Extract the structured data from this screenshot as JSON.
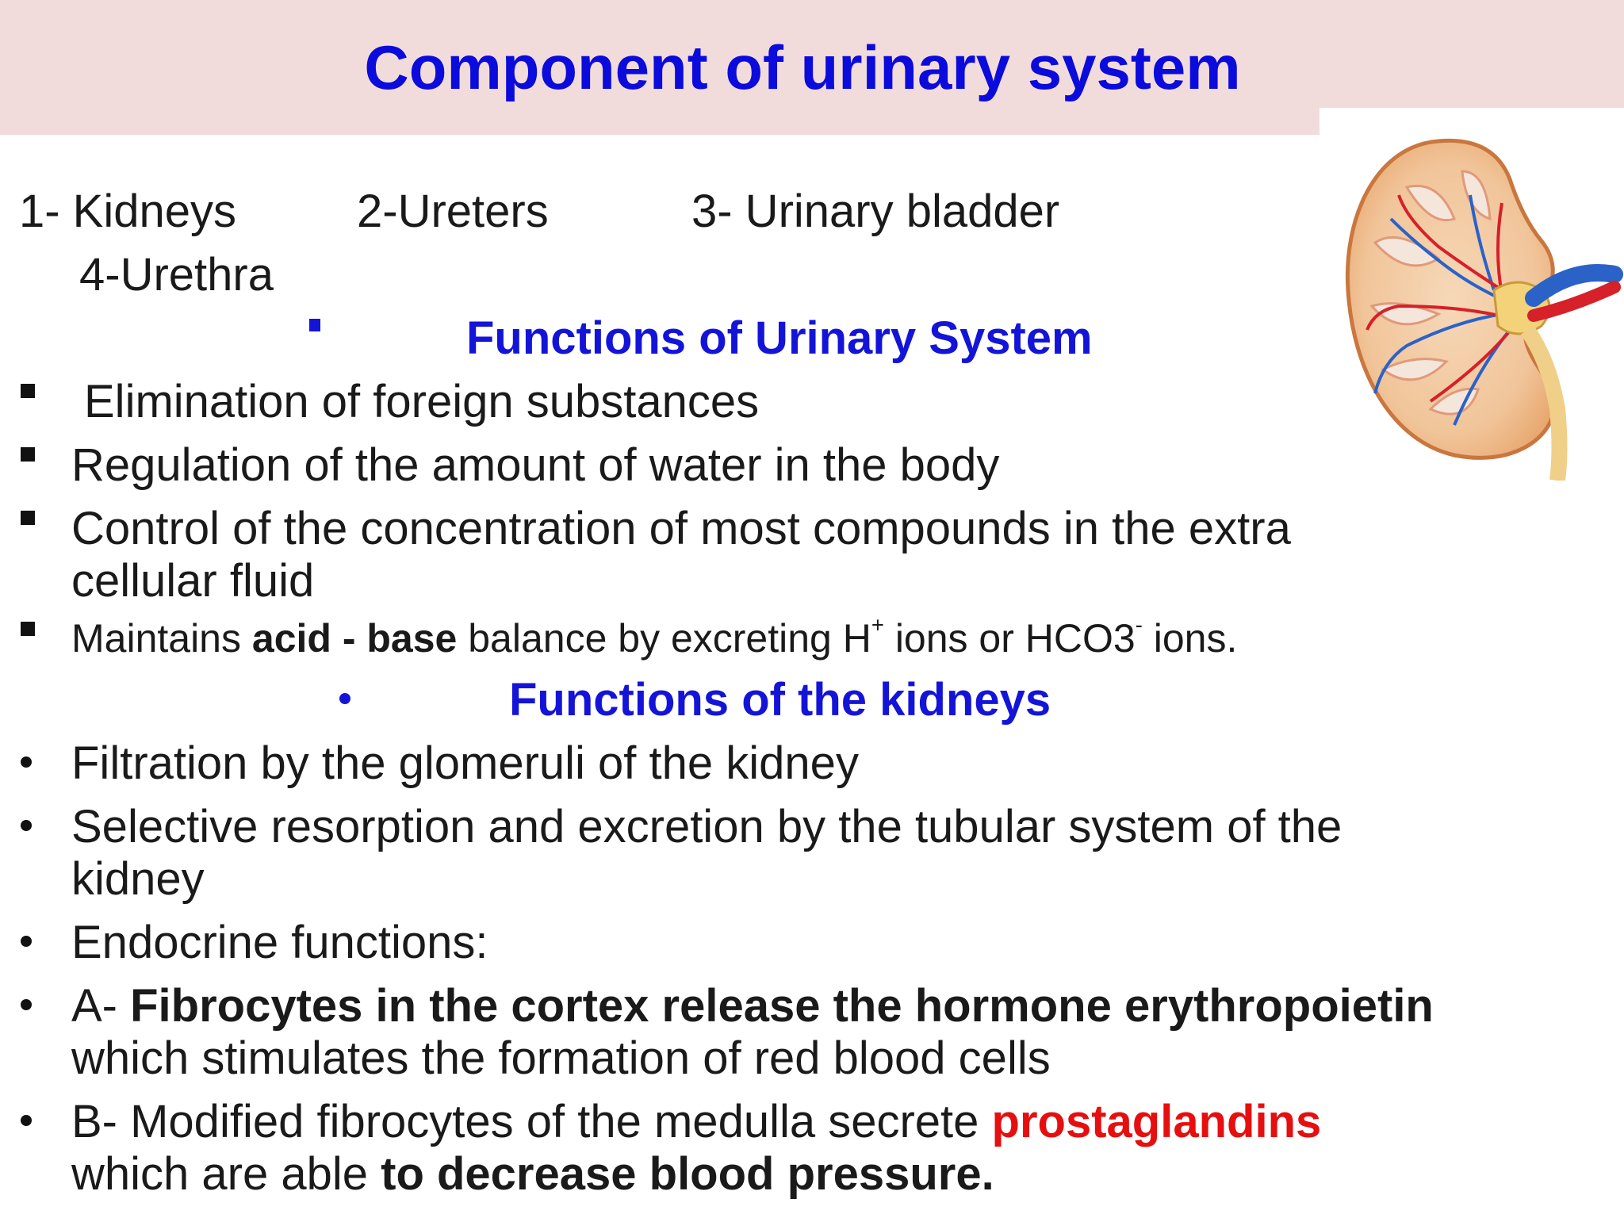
{
  "title": "Component of urinary system",
  "components": {
    "c1": "1- Kidneys",
    "c2": "2-Ureters",
    "c3": "3- Urinary bladder",
    "c4": "4-Urethra"
  },
  "urinary_functions": {
    "heading": "Functions of Urinary System",
    "items": [
      "Elimination of foreign substances",
      "Regulation of the amount of water in the body",
      "Control of the concentration of most compounds in the extra",
      "cellular fluid"
    ],
    "acid_base": {
      "pre": "Maintains ",
      "bold": "acid - base",
      "mid": " balance by excreting H",
      "sup1": "+",
      "mid2": " ions or HCO3",
      "sup2": "-",
      "post": " ions."
    }
  },
  "kidney_functions": {
    "heading": "Functions of the kidneys",
    "filtration": "Filtration by the glomeruli of the kidney",
    "resorption_1": "Selective resorption and excretion by the tubular system of the",
    "resorption_2": "kidney",
    "endocrine": "Endocrine functions:",
    "a_prefix": "A- ",
    "a_bold": "Fibrocytes in the cortex release the hormone erythropoietin",
    "a_line2": "which stimulates the formation of red blood cells",
    "b_pre": "B- Modified fibrocytes of the medulla secrete ",
    "b_red": "prostaglandins",
    "b_line2_pre": "which are able ",
    "b_line2_bold": "to decrease blood pressure."
  },
  "colors": {
    "title": "#0b0bdc",
    "subheading": "#1414d8",
    "highlight": "#e60f0f",
    "title_band": "#f2dcdb"
  },
  "image": {
    "icon": "kidney-cross-section-icon"
  }
}
